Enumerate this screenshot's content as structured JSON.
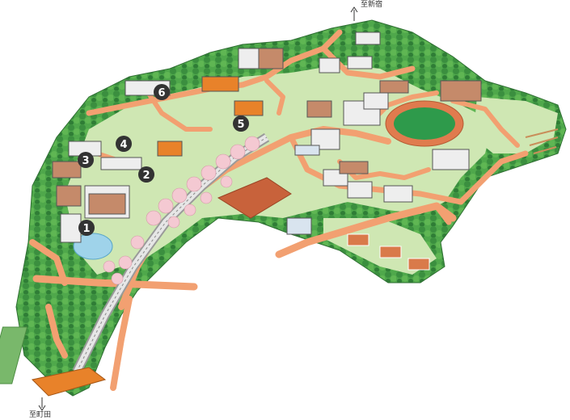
{
  "map": {
    "destinations": {
      "north": "至新宿",
      "south": "至町田"
    },
    "markers": [
      {
        "id": "1",
        "label": "1"
      },
      {
        "id": "2",
        "label": "2"
      },
      {
        "id": "3",
        "label": "3"
      },
      {
        "id": "4",
        "label": "4"
      },
      {
        "id": "5",
        "label": "5"
      },
      {
        "id": "6",
        "label": "6"
      }
    ]
  },
  "colors": {
    "forest": "#3f9a45",
    "forest_light": "#6cbf5a",
    "lawn": "#cfe7b3",
    "road": "#f2a071",
    "track_field": "#2e9a4b",
    "clay_field": "#c8623b",
    "building": "#eeeeee",
    "roof_orange": "#e8822a",
    "marker": "#333333"
  }
}
